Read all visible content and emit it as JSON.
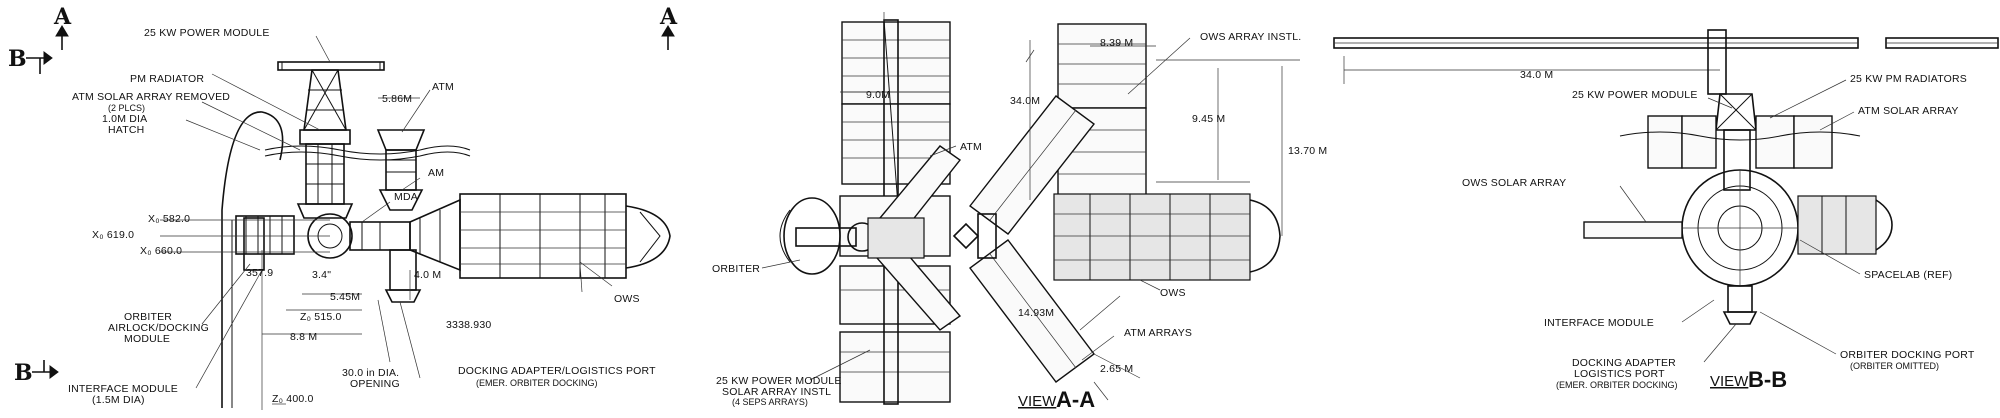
{
  "section_markers": {
    "a_top_left": "A",
    "a_top_right": "A",
    "b_left_top": "B",
    "b_left_bottom": "B"
  },
  "left_view": {
    "power_module": "25 KW POWER MODULE",
    "pm_radiator": "PM RADIATOR",
    "atm_removed_1": "ATM SOLAR ARRAY REMOVED",
    "atm_removed_2": "(2 PLCS)",
    "hatch_1": "1.0M DIA",
    "hatch_2": "HATCH",
    "atm": "ATM",
    "am": "AM",
    "mda": "MDA",
    "dim_586": "5.86M",
    "x582": "X₀ 582.0",
    "x619": "X₀ 619.0",
    "x660": "X₀ 660.0",
    "dim_3579": "357.9",
    "dim_34": "3.4\"",
    "dim_40": "4.0 M",
    "dim_545": "5.45M",
    "z515": "Z₀ 515.0",
    "dim_88": "8.8 M",
    "sta": "3338.930",
    "ows": "OWS",
    "orbiter_1": "ORBITER",
    "orbiter_2": "AIRLOCK/DOCKING",
    "orbiter_3": "MODULE",
    "opening_1": "30.0 in DIA.",
    "opening_2": "OPENING",
    "docking_1": "DOCKING ADAPTER/LOGISTICS PORT",
    "docking_2": "(EMER. ORBITER DOCKING)",
    "interface_1": "INTERFACE MODULE",
    "interface_2": "(1.5M DIA)",
    "z400": "Z₀ 400.0"
  },
  "middle_view": {
    "dim_839": "8.39 M",
    "ows_array": "OWS ARRAY INSTL.",
    "dim_90": "9.0M",
    "dim_340": "34.0M",
    "dim_945": "9.45 M",
    "dim_1370": "13.70 M",
    "atm": "ATM",
    "orbiter": "ORBITER",
    "ows": "OWS",
    "dim_1493": "14.93M",
    "atm_arrays": "ATM ARRAYS",
    "dim_265": "2.65 M",
    "power_1": "25 KW POWER MODULE",
    "power_2": "SOLAR ARRAY INSTL",
    "power_3": "(4 SEPS ARRAYS)",
    "view_word": "VIEW",
    "view_letter": "A-A"
  },
  "right_view": {
    "dim_340": "34.0 M",
    "power_module": "25 KW POWER MODULE",
    "pm_radiators": "25 KW PM RADIATORS",
    "atm_array": "ATM SOLAR ARRAY",
    "ows_array": "OWS SOLAR ARRAY",
    "spacelab": "SPACELAB (REF)",
    "interface": "INTERFACE MODULE",
    "docking_1": "DOCKING ADAPTER",
    "docking_2": "LOGISTICS PORT",
    "docking_3": "(EMER. ORBITER DOCKING)",
    "orbiter_port_1": "ORBITER DOCKING PORT",
    "orbiter_port_2": "(ORBITER OMITTED)",
    "view_word": "VIEW",
    "view_letter": "B-B"
  }
}
